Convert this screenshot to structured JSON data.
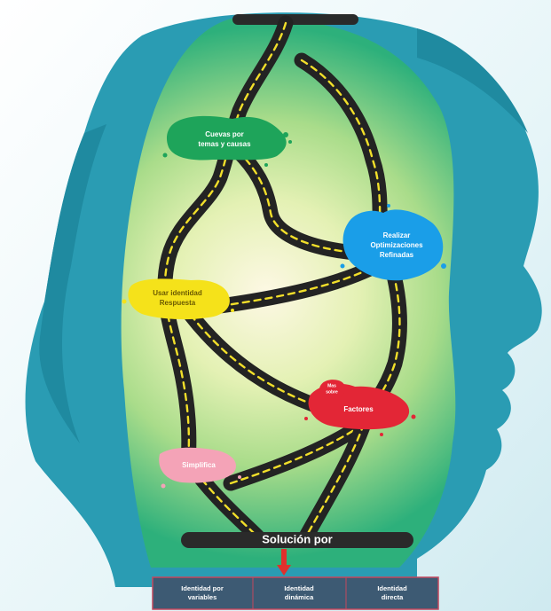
{
  "nodes": {
    "green": {
      "lines": [
        "Cuevas por",
        "temas y causas"
      ],
      "color": "#1ea45a",
      "text_color": "#ffffff"
    },
    "blue": {
      "lines": [
        "Realizar",
        "Optimizaciones",
        "Refinadas"
      ],
      "color": "#1a9ee8",
      "text_color": "#ffffff"
    },
    "yellow": {
      "lines": [
        "Usar identidad",
        "Respuesta"
      ],
      "color": "#f5e21a",
      "text_color": "#6b5a00"
    },
    "red": {
      "lines": [
        "Factores"
      ],
      "color": "#e32636",
      "text_color": "#ffffff"
    },
    "red_small": {
      "lines": [
        "Mas",
        "sobre"
      ],
      "color": "#e32636",
      "text_color": "#ffffff"
    },
    "pink": {
      "lines": [
        "Simplifica"
      ],
      "color": "#f4a3b7",
      "text_color": "#ffffff"
    }
  },
  "bottom_bar": {
    "title": "Solución por"
  },
  "options": [
    {
      "lines": [
        "Identidad por",
        "variables"
      ]
    },
    {
      "lines": [
        "Identidad",
        "dinámica"
      ]
    },
    {
      "lines": [
        "Identidad",
        "directa"
      ]
    }
  ],
  "colors": {
    "head": "#2a9cb3",
    "head_dark": "#1f8aa0",
    "glow_center": "#fdf8e4",
    "glow_mid": "#c8e89a",
    "glow_edge": "#2bb87f",
    "road": "#232323",
    "road_lines": "#f2df2a",
    "arrow": "#e0302c",
    "options_box": "#3d5a73"
  }
}
